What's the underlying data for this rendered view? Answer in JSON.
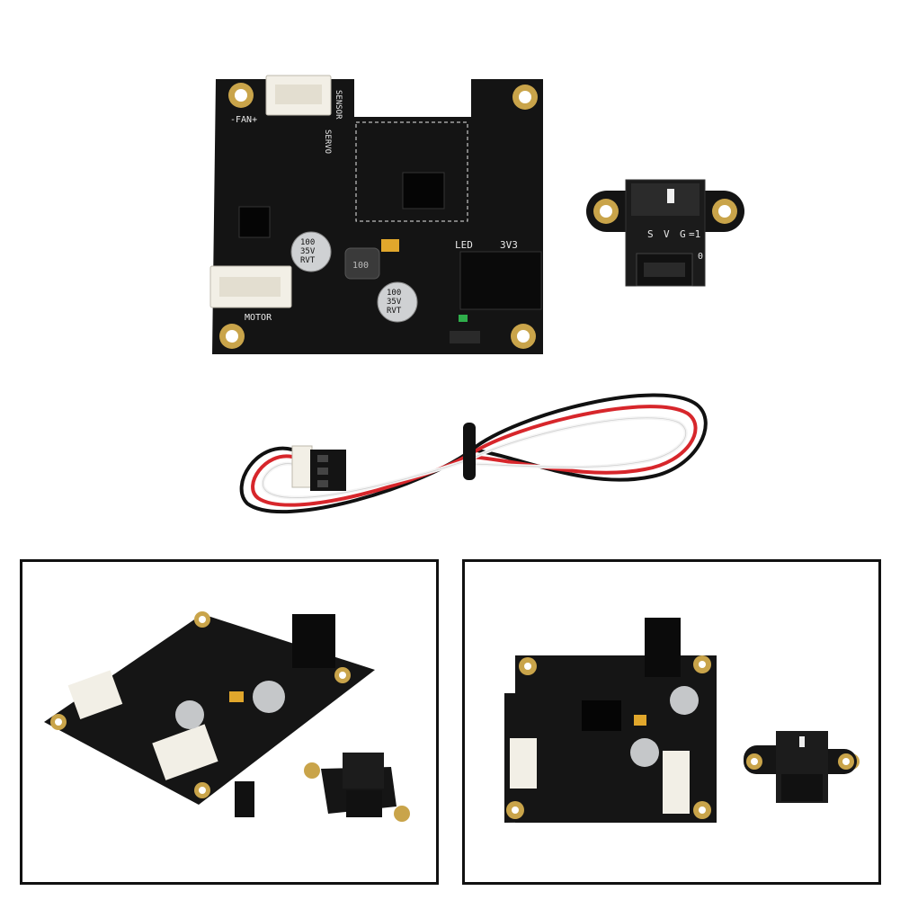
{
  "board": {
    "silk_fan": "-FAN+",
    "silk_sensor": "SENSOR",
    "silk_servo": "SERVO",
    "silk_motor": "MOTOR",
    "silk_led": "LED",
    "silk_3v3": "3V3",
    "cap1_line1": "100",
    "cap1_line2": "35V",
    "cap1_line3": "RVT",
    "cap2_line1": "100",
    "cap2_line2": "35V",
    "cap2_line3": "RVT",
    "inductor_label": "100"
  },
  "sensor": {
    "pin_s": "S",
    "pin_v": "V",
    "pin_g": "G",
    "mark_1": "=1",
    "mark_0": "0"
  },
  "colors": {
    "pcb": "#141414",
    "pad_gold": "#c9a44a",
    "silk": "#e8e8e8",
    "wire_red": "#d7262b",
    "wire_black": "#111111",
    "wire_white": "#f4f4f4",
    "connector": "#f2efe6"
  }
}
